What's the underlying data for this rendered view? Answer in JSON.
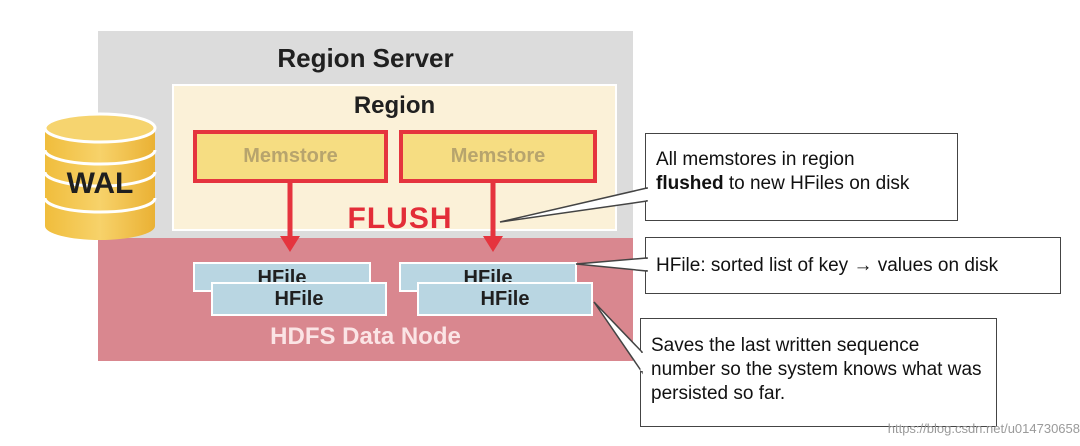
{
  "region_server": {
    "title": "Region Server"
  },
  "region": {
    "title": "Region"
  },
  "memstores": [
    "Memstore",
    "Memstore"
  ],
  "flush": {
    "label": "FLUSH"
  },
  "wal": {
    "label": "WAL"
  },
  "hdfs": {
    "label": "HDFS Data Node"
  },
  "hfiles": {
    "label": "HFile"
  },
  "callouts": {
    "memstores_flushed": {
      "line1": "All memstores in region",
      "bold": "flushed",
      "rest": " to new HFiles on disk"
    },
    "hfile_desc": "HFile: sorted list of key → values on disk",
    "sequence": "Saves the last written sequence number so the system knows what was persisted so far."
  },
  "watermark": "https://blog.csdn.net/u014730658",
  "colors": {
    "region_server_bg": "#dcdcdc",
    "region_bg": "#fbf1d8",
    "memstore_fill": "#f6dd82",
    "memstore_border": "#e5343e",
    "flush_red": "#e32d38",
    "hdfs_bg": "#d9878f",
    "hfile_fill": "#b9d6e2",
    "wal_fill": "#f3c651"
  }
}
